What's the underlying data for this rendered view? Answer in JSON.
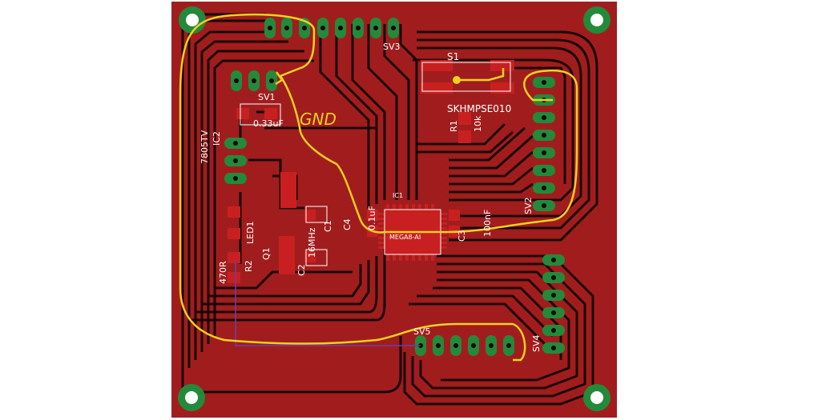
{
  "board": {
    "colors": {
      "background": "#ffffff",
      "board": "#a11d1d",
      "copper": "#1a0505",
      "pad": "#238a3a",
      "smd": "#c82020",
      "silk": "#ffffff",
      "wire": "#f0d020",
      "airwire": "#6a3fb0"
    }
  },
  "labels": {
    "sv3": "SV3",
    "s1": "S1",
    "skhmpse": "SKHMPSE010",
    "r1": "R1",
    "r1_value": "10k",
    "ic1": "IC1",
    "mega8": "MEGA8-AI",
    "sv2": "SV2",
    "c3": "C3",
    "c3_value": "100nF",
    "c4": "C4",
    "c4_value": "0.1uF",
    "c1": "C1",
    "crystal": "16MHz",
    "q1": "Q1",
    "c2": "C2",
    "led1": "LED1",
    "r2": "R2",
    "r2_value": "470R",
    "ic2": "IC2",
    "ic2_value": "7805TV",
    "sv1": "SV1",
    "cap_value": "0.33uF",
    "sv5": "SV5",
    "sv4": "SV4",
    "gnd": "GND"
  }
}
